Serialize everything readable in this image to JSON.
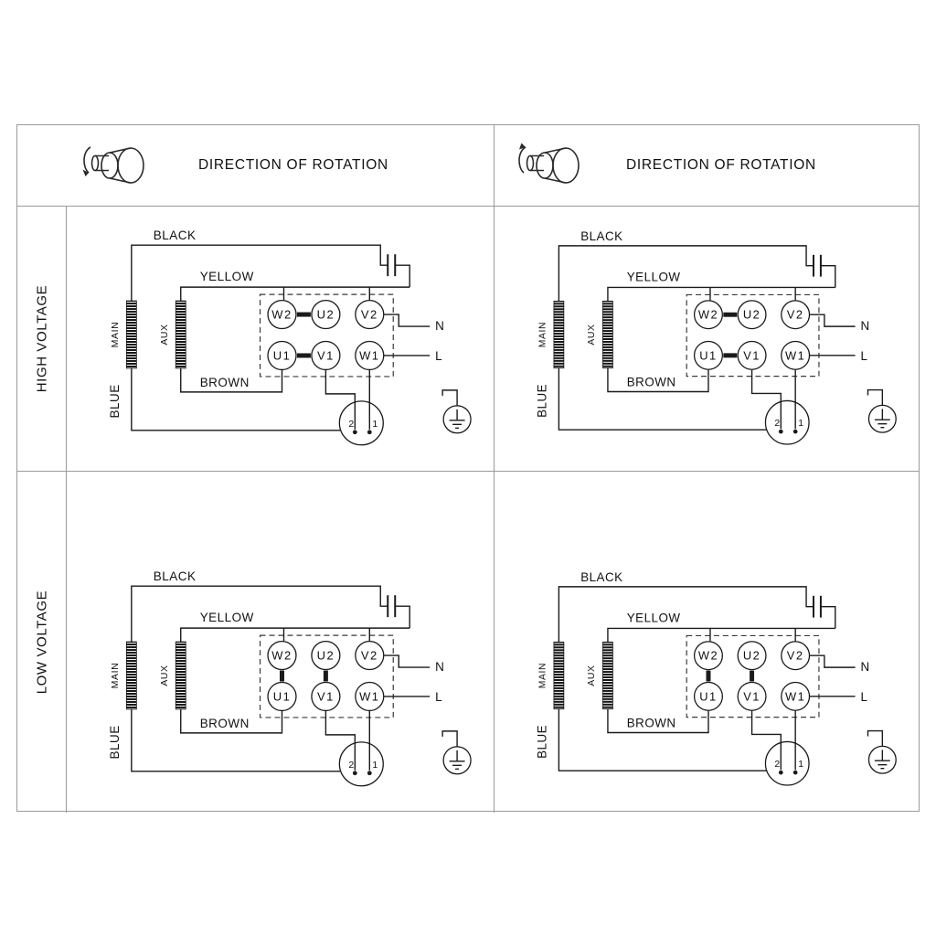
{
  "header": {
    "left_title": "DIRECTION OF ROTATION",
    "right_title": "DIRECTION OF ROTATION"
  },
  "rows": [
    {
      "label": "HIGH VOLTAGE",
      "variant": "hv"
    },
    {
      "label": "LOW VOLTAGE",
      "variant": "lv"
    }
  ],
  "diagram": {
    "wire_labels": {
      "black": "BLACK",
      "yellow": "YELLOW",
      "brown": "BROWN",
      "blue": "BLUE"
    },
    "winding_labels": {
      "main": "MAIN",
      "aux": "AUX"
    },
    "terminals": {
      "top": [
        "W2",
        "U2",
        "V2"
      ],
      "bottom": [
        "U1",
        "V1",
        "W1"
      ]
    },
    "line_labels": {
      "neutral": "N",
      "live": "L"
    },
    "plug_pins": [
      "2",
      "1"
    ]
  },
  "colors": {
    "background": "#ffffff",
    "line": "#1a1a1a",
    "grid": "#9a9a9a"
  }
}
